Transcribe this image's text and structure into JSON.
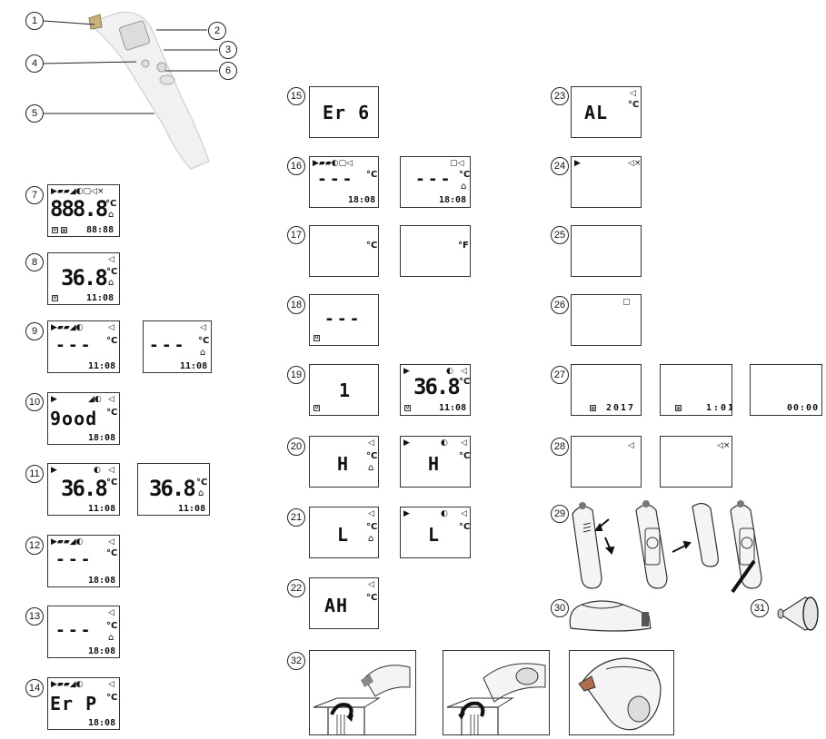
{
  "callouts": [
    "1",
    "2",
    "3",
    "4",
    "5",
    "6"
  ],
  "figures": {
    "f7": {
      "label": "7",
      "main": "888.8",
      "units": "°C",
      "time": "88:88"
    },
    "f8": {
      "label": "8",
      "main": "36.8",
      "unit": "°C",
      "time": "11:08"
    },
    "f9": {
      "label": "9",
      "main": "---",
      "unit": "°C",
      "time": "11:08"
    },
    "f10": {
      "label": "10",
      "main": "9ood",
      "unit": "°C",
      "time": "18:08"
    },
    "f11": {
      "label": "11",
      "main": "36.8",
      "unit": "°C",
      "time": "11:08"
    },
    "f12": {
      "label": "12",
      "main": "---",
      "unit": "°C",
      "time": "18:08"
    },
    "f13": {
      "label": "13",
      "main": "---",
      "unit": "°C",
      "time": "18:08"
    },
    "f14": {
      "label": "14",
      "main": "Er P",
      "unit": "°C",
      "time": "18:08"
    },
    "f15": {
      "label": "15",
      "main": "Er 6"
    },
    "f16": {
      "label": "16",
      "main": "---",
      "unit": "°C",
      "time": "18:08"
    },
    "f17": {
      "label": "17",
      "unit_c": "°C",
      "unit_f": "°F"
    },
    "f18": {
      "label": "18",
      "main": "---"
    },
    "f19": {
      "label": "19",
      "main": "1",
      "main2": "36.8",
      "unit": "°C",
      "time": "11:08"
    },
    "f20": {
      "label": "20",
      "main": "H",
      "unit": "°C"
    },
    "f21": {
      "label": "21",
      "main": "L",
      "unit": "°C"
    },
    "f22": {
      "label": "22",
      "main": "AH",
      "unit": "°C"
    },
    "f23": {
      "label": "23",
      "main": "AL",
      "unit": "°C"
    },
    "f24": {
      "label": "24"
    },
    "f25": {
      "label": "25"
    },
    "f26": {
      "label": "26"
    },
    "f27": {
      "label": "27",
      "year": "2017",
      "date": "1:01",
      "time": "00:00"
    },
    "f28": {
      "label": "28"
    },
    "f29": {
      "label": "29"
    },
    "f30": {
      "label": "30"
    },
    "f31": {
      "label": "31"
    },
    "f32": {
      "label": "32"
    }
  }
}
